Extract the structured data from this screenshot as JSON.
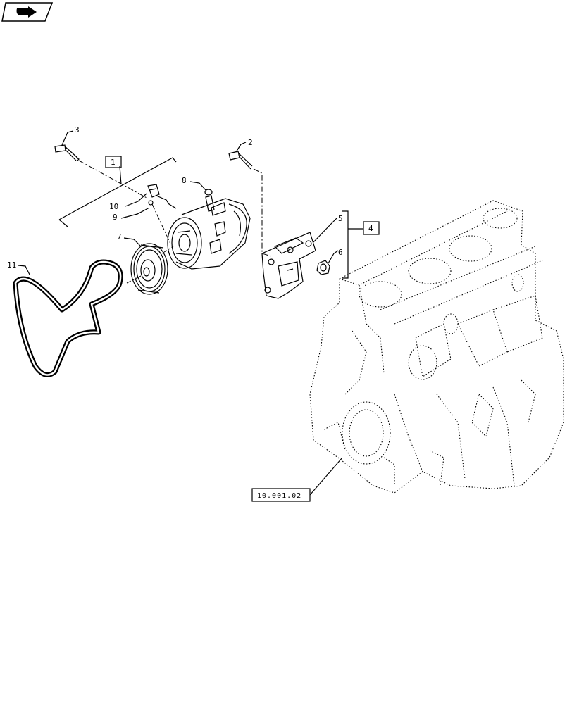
{
  "header": {
    "nav_icon": "arrow-right-icon"
  },
  "callouts": [
    "1",
    "2",
    "3",
    "4",
    "5",
    "6",
    "7",
    "8",
    "9",
    "10",
    "11"
  ],
  "reference_label": "10.001.02",
  "colors": {
    "line": "#000000",
    "background": "#ffffff"
  }
}
